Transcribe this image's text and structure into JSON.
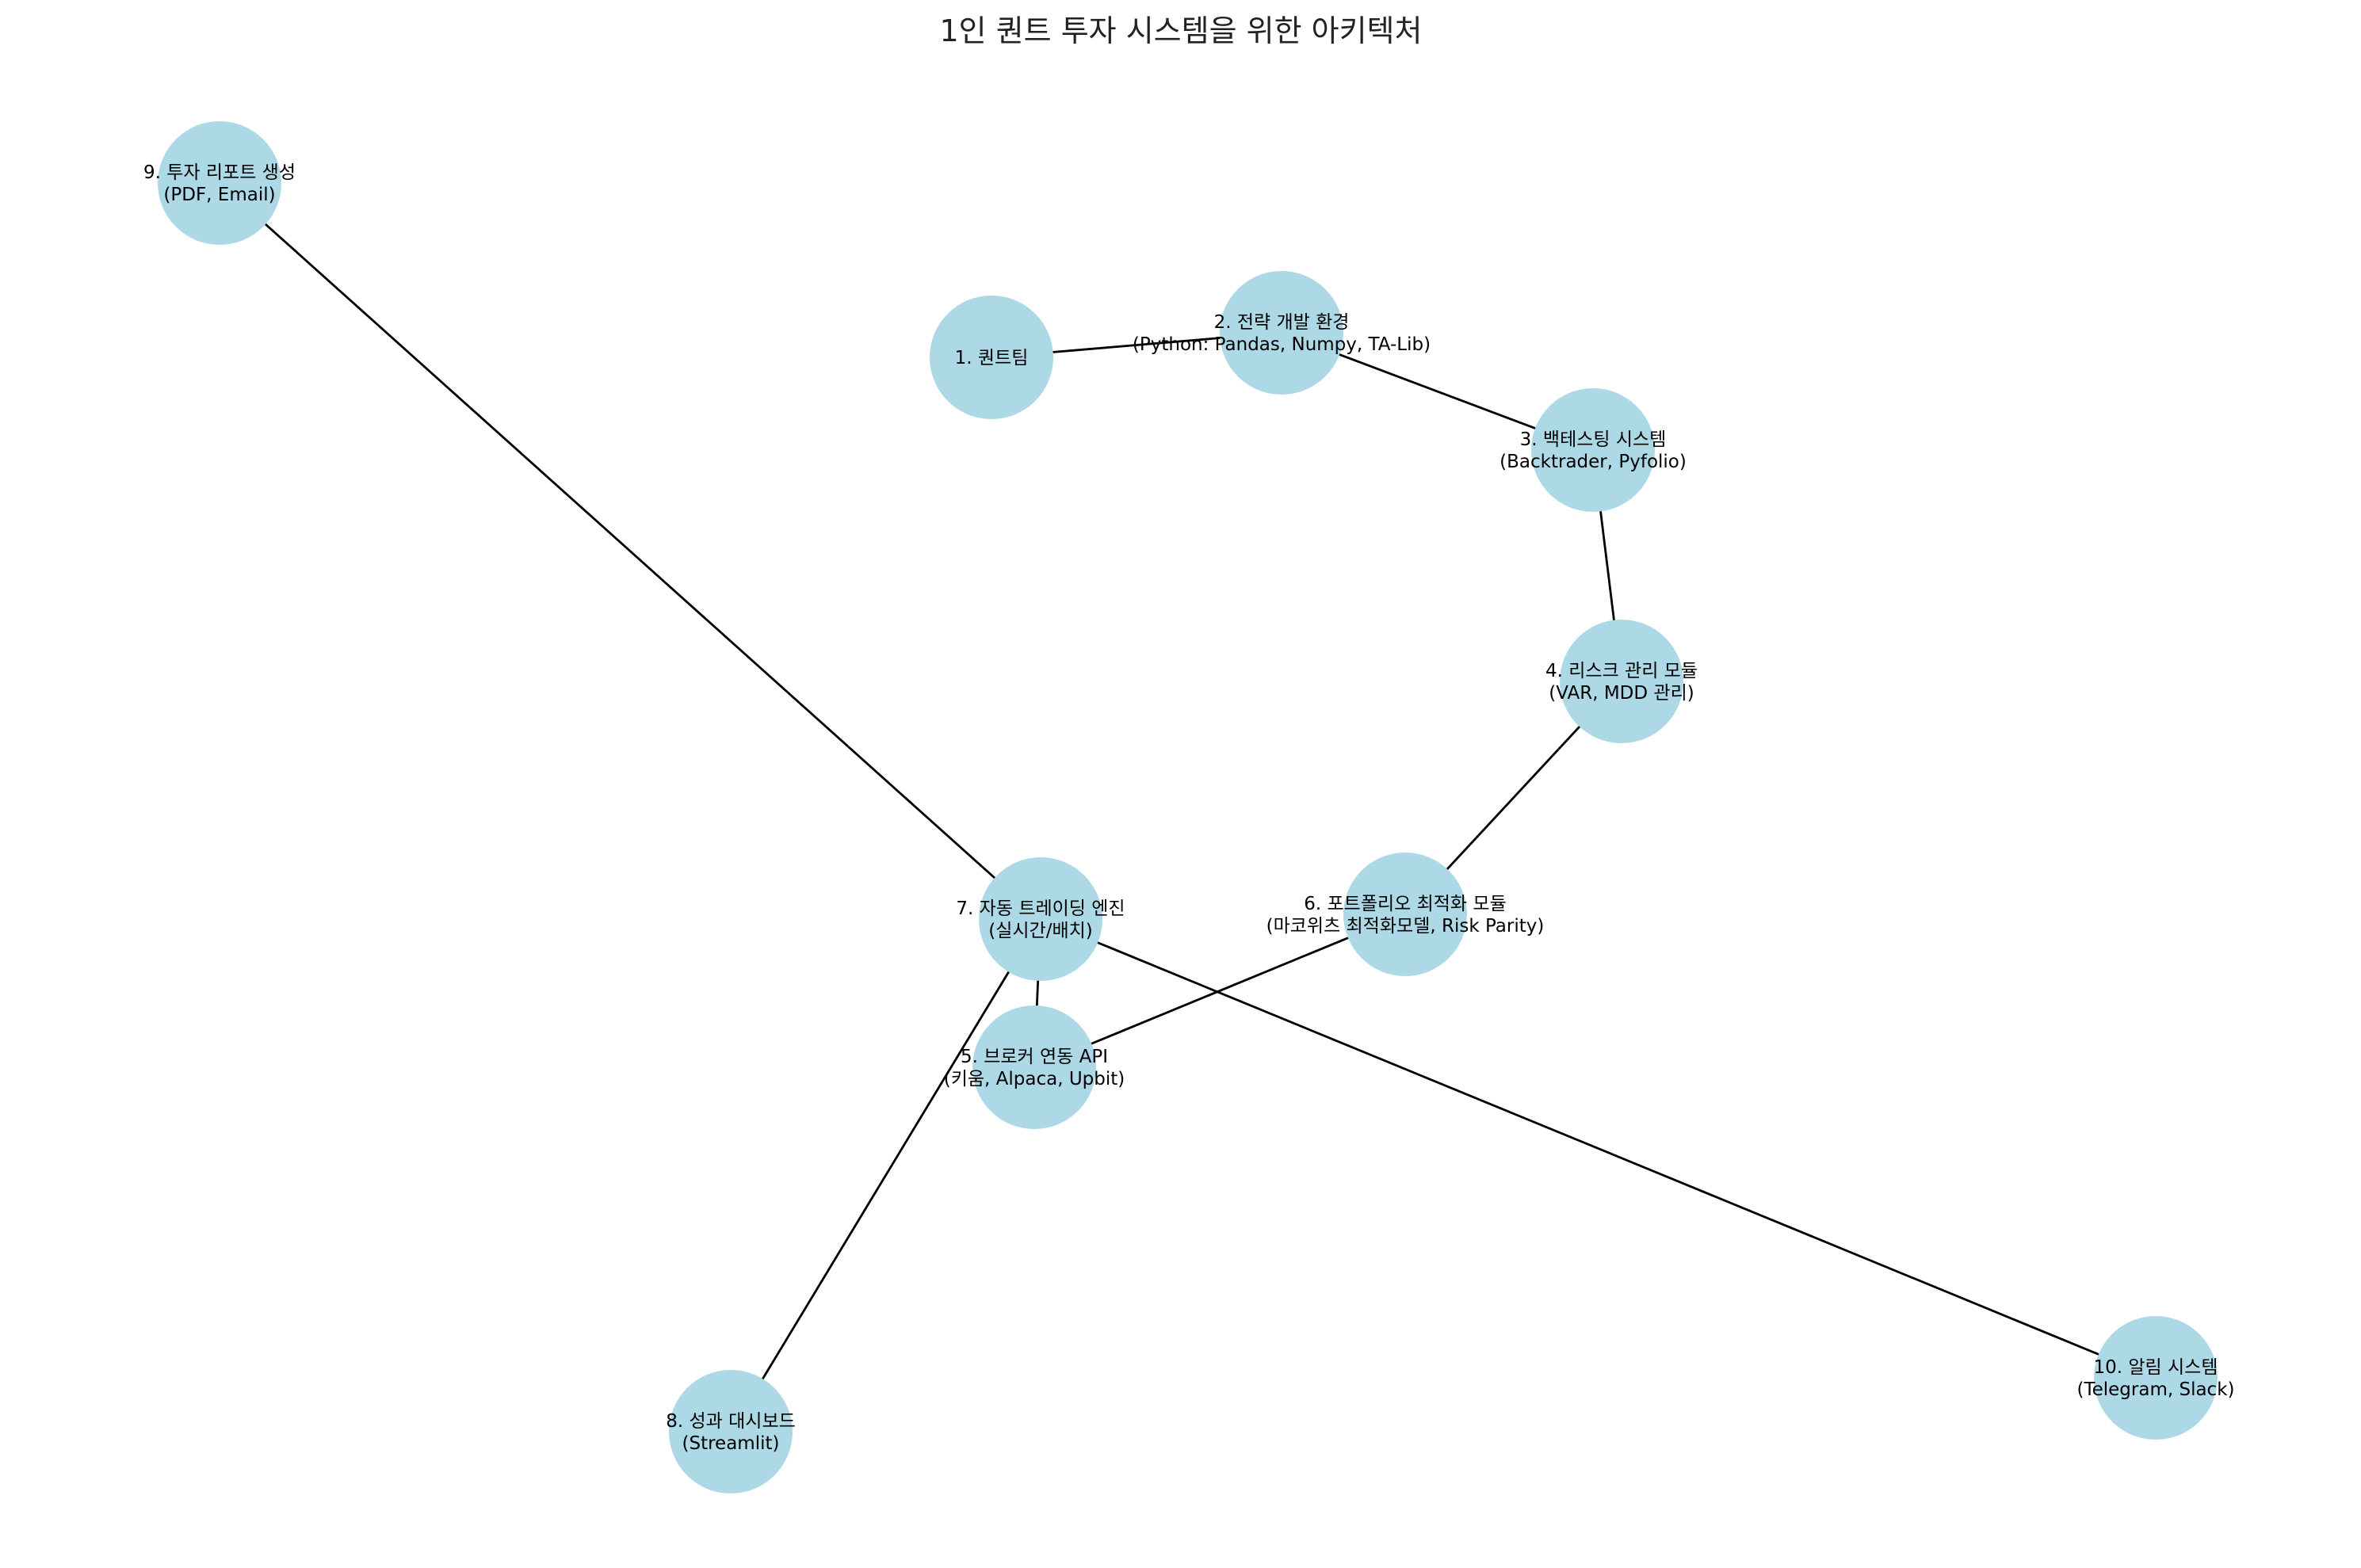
{
  "title": "1인 퀀트 투자 시스템을 위한 아키텍처",
  "node_color": "#add8e6",
  "edge_color": "#000000",
  "nodes": [
    {
      "id": "n1",
      "line1": "1. 퀀트팀",
      "line2": ""
    },
    {
      "id": "n2",
      "line1": "2. 전략 개발 환경",
      "line2": "(Python: Pandas, Numpy, TA-Lib)"
    },
    {
      "id": "n3",
      "line1": "3. 백테스팅 시스템",
      "line2": "(Backtrader, Pyfolio)"
    },
    {
      "id": "n4",
      "line1": "4. 리스크 관리 모듈",
      "line2": "(VAR, MDD 관리)"
    },
    {
      "id": "n5",
      "line1": "5. 브로커 연동 API",
      "line2": "(키움, Alpaca, Upbit)"
    },
    {
      "id": "n6",
      "line1": "6. 포트폴리오 최적화 모듈",
      "line2": "(마코위츠 최적화모델, Risk Parity)"
    },
    {
      "id": "n7",
      "line1": "7. 자동 트레이딩 엔진",
      "line2": "(실시간/배치)"
    },
    {
      "id": "n8",
      "line1": "8. 성과 대시보드",
      "line2": "(Streamlit)"
    },
    {
      "id": "n9",
      "line1": "9. 투자 리포트 생성",
      "line2": "(PDF, Email)"
    },
    {
      "id": "n10",
      "line1": "10. 알림 시스템",
      "line2": "(Telegram, Slack)"
    }
  ],
  "edges": [
    {
      "from": "n1",
      "to": "n2"
    },
    {
      "from": "n2",
      "to": "n3"
    },
    {
      "from": "n3",
      "to": "n4"
    },
    {
      "from": "n4",
      "to": "n6"
    },
    {
      "from": "n6",
      "to": "n5"
    },
    {
      "from": "n5",
      "to": "n7"
    },
    {
      "from": "n7",
      "to": "n8"
    },
    {
      "from": "n7",
      "to": "n9"
    },
    {
      "from": "n7",
      "to": "n10"
    }
  ]
}
